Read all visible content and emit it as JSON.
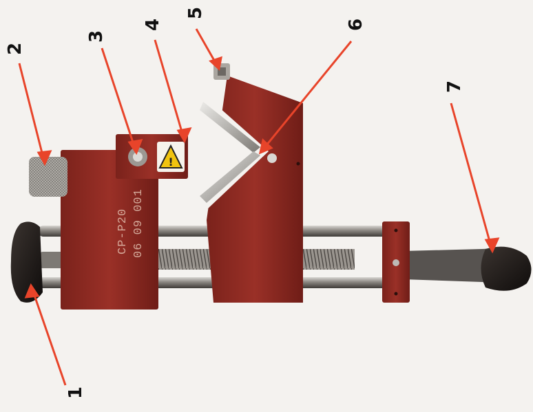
{
  "device": {
    "engraving_line1": "CP-P20",
    "engraving_line2": "06 09 001",
    "warning_symbol": "!"
  },
  "callouts": [
    {
      "label": "1"
    },
    {
      "label": "2"
    },
    {
      "label": "3"
    },
    {
      "label": "4"
    },
    {
      "label": "5"
    },
    {
      "label": "6"
    },
    {
      "label": "7"
    }
  ],
  "colors": {
    "body_red": "#8e2a22",
    "body_red_dark": "#6f1d17",
    "arrow": "#e8442a",
    "knob": "#1e1a17",
    "rod": "#8a8680",
    "warning": "#f1c40f"
  },
  "icons": {
    "warning": "warning-triangle-icon"
  }
}
